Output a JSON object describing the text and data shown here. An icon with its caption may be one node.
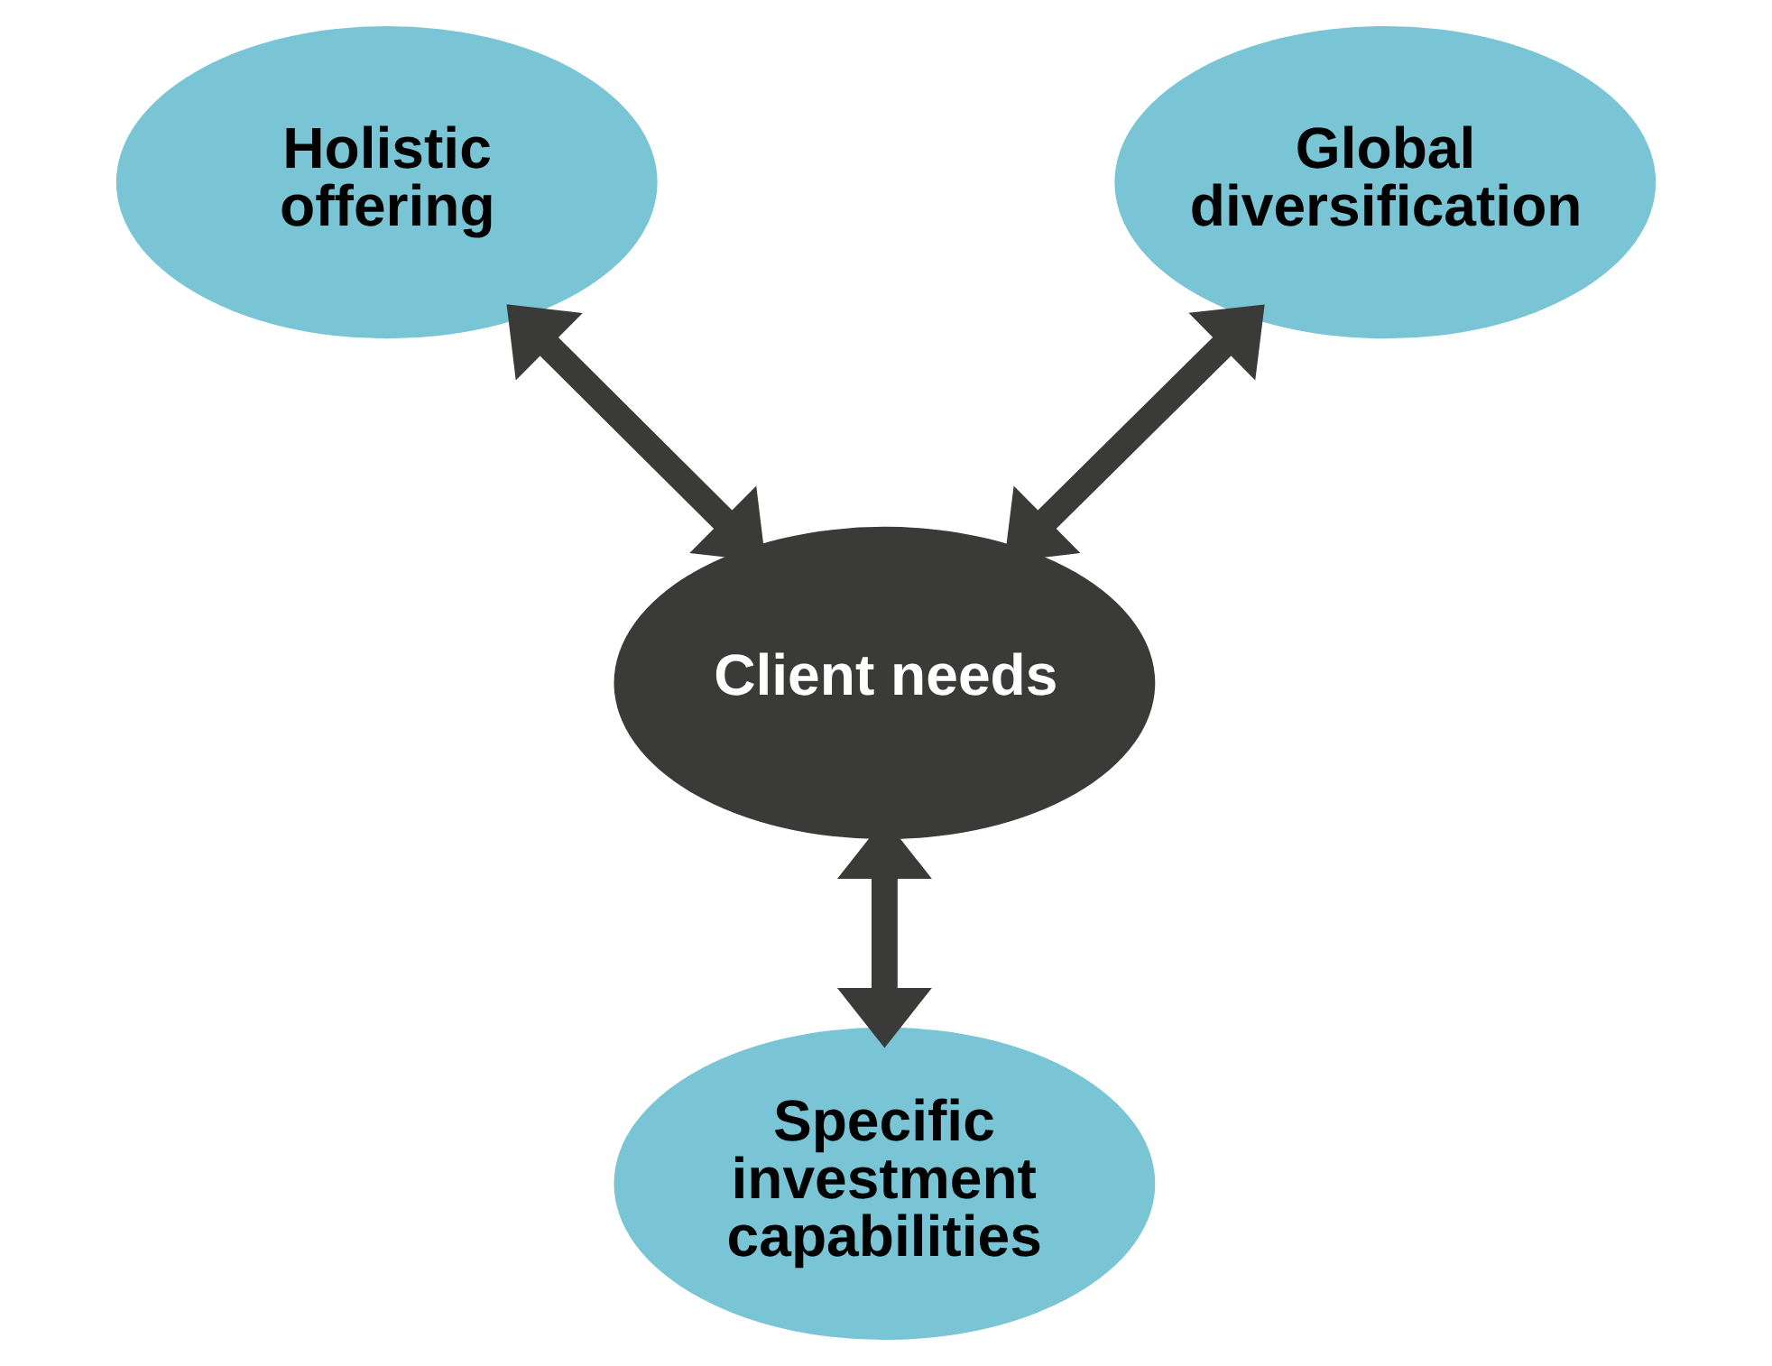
{
  "diagram": {
    "nodes": [
      {
        "text": [
          "Holistic offering"
        ]
      },
      {
        "text": [
          "Global diversification"
        ]
      },
      {
        "text": [
          "Client needs"
        ]
      },
      {
        "text": [
          "Specific investment capabilities"
        ]
      }
    ],
    "edges": [
      {
        "from": 0,
        "to": 2,
        "arrow": "both"
      },
      {
        "from": 1,
        "to": 2,
        "arrow": "both"
      },
      {
        "from": 2,
        "to": 3,
        "arrow": "both"
      }
    ]
  }
}
